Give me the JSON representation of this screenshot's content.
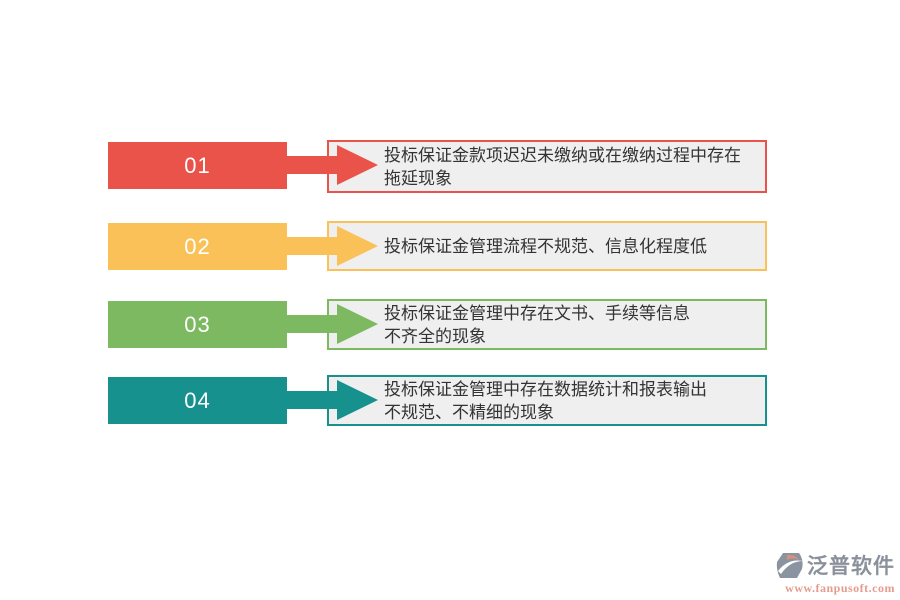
{
  "canvas": {
    "background": "#ffffff",
    "box_background": "#EFEFEF",
    "text_color": "#333333"
  },
  "rows": [
    {
      "number": "01",
      "color": "#E95349",
      "box_background": "#EFEFEF",
      "lines": [
        "投标保证金款项迟迟未缴纳或在缴纳过程中存在",
        "拖延现象"
      ]
    },
    {
      "number": "02",
      "color": "#F9C158",
      "box_background": "#EFEFEF",
      "lines": [
        "投标保证金管理流程不规范、信息化程度低"
      ]
    },
    {
      "number": "03",
      "color": "#7CB961",
      "box_background": "#EFEFEF",
      "lines": [
        "投标保证金管理中存在文书、手续等信息",
        "不齐全的现象"
      ]
    },
    {
      "number": "04",
      "color": "#17918E",
      "box_background": "#EFEFEF",
      "lines": [
        "投标保证金管理中存在数据统计和报表输出",
        "不规范、不精细的现象"
      ]
    }
  ],
  "watermark": {
    "brand": "泛普软件",
    "url": "www.fanpusoft.com",
    "brand_color": "#8A919C",
    "url_color": "#E59C8D",
    "icon_color": "#8A93A0",
    "icon_accent_color": "#D98E7E"
  }
}
